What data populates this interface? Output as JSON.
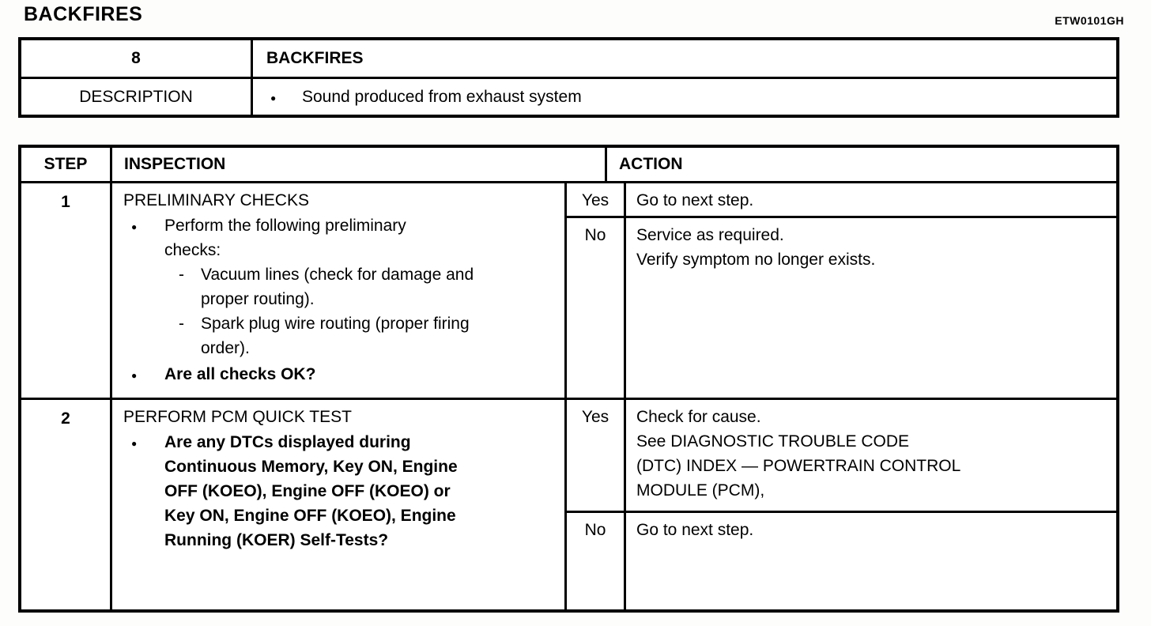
{
  "glyphs": {
    "bullet": "●",
    "dash": "-"
  },
  "page": {
    "title": "BACKFIRES",
    "doc_code": "ETW0101GH"
  },
  "symptom_table": {
    "number": "8",
    "name": "BACKFIRES",
    "description_label": "DESCRIPTION",
    "description_text": "Sound produced from exhaust system"
  },
  "diagnostic_table": {
    "headers": {
      "step": "STEP",
      "inspection": "INSPECTION",
      "action": "ACTION"
    },
    "steps": [
      {
        "number": "1",
        "title": "PRELIMINARY CHECKS",
        "bullet_1": "Perform the following preliminary\nchecks:",
        "sub_items": [
          "Vacuum lines (check for damage and\nproper routing).",
          "Spark plug wire routing (proper firing\norder)."
        ],
        "bullet_2": "Are all checks OK?",
        "actions": [
          {
            "answer": "Yes",
            "text": "Go to next step."
          },
          {
            "answer": "No",
            "text": "Service as required.\nVerify symptom no longer exists."
          }
        ]
      },
      {
        "number": "2",
        "title": "PERFORM PCM QUICK TEST",
        "bullet_1": "Are any DTCs displayed during\nContinuous Memory, Key ON, Engine\nOFF (KOEO), Engine OFF (KOEO) or\nKey ON, Engine OFF (KOEO), Engine\nRunning (KOER) Self-Tests?",
        "actions": [
          {
            "answer": "Yes",
            "text": "Check for cause.\nSee DIAGNOSTIC TROUBLE CODE\n(DTC) INDEX — POWERTRAIN CONTROL\nMODULE (PCM),"
          },
          {
            "answer": "No",
            "text": "Go to next step."
          }
        ]
      }
    ]
  }
}
